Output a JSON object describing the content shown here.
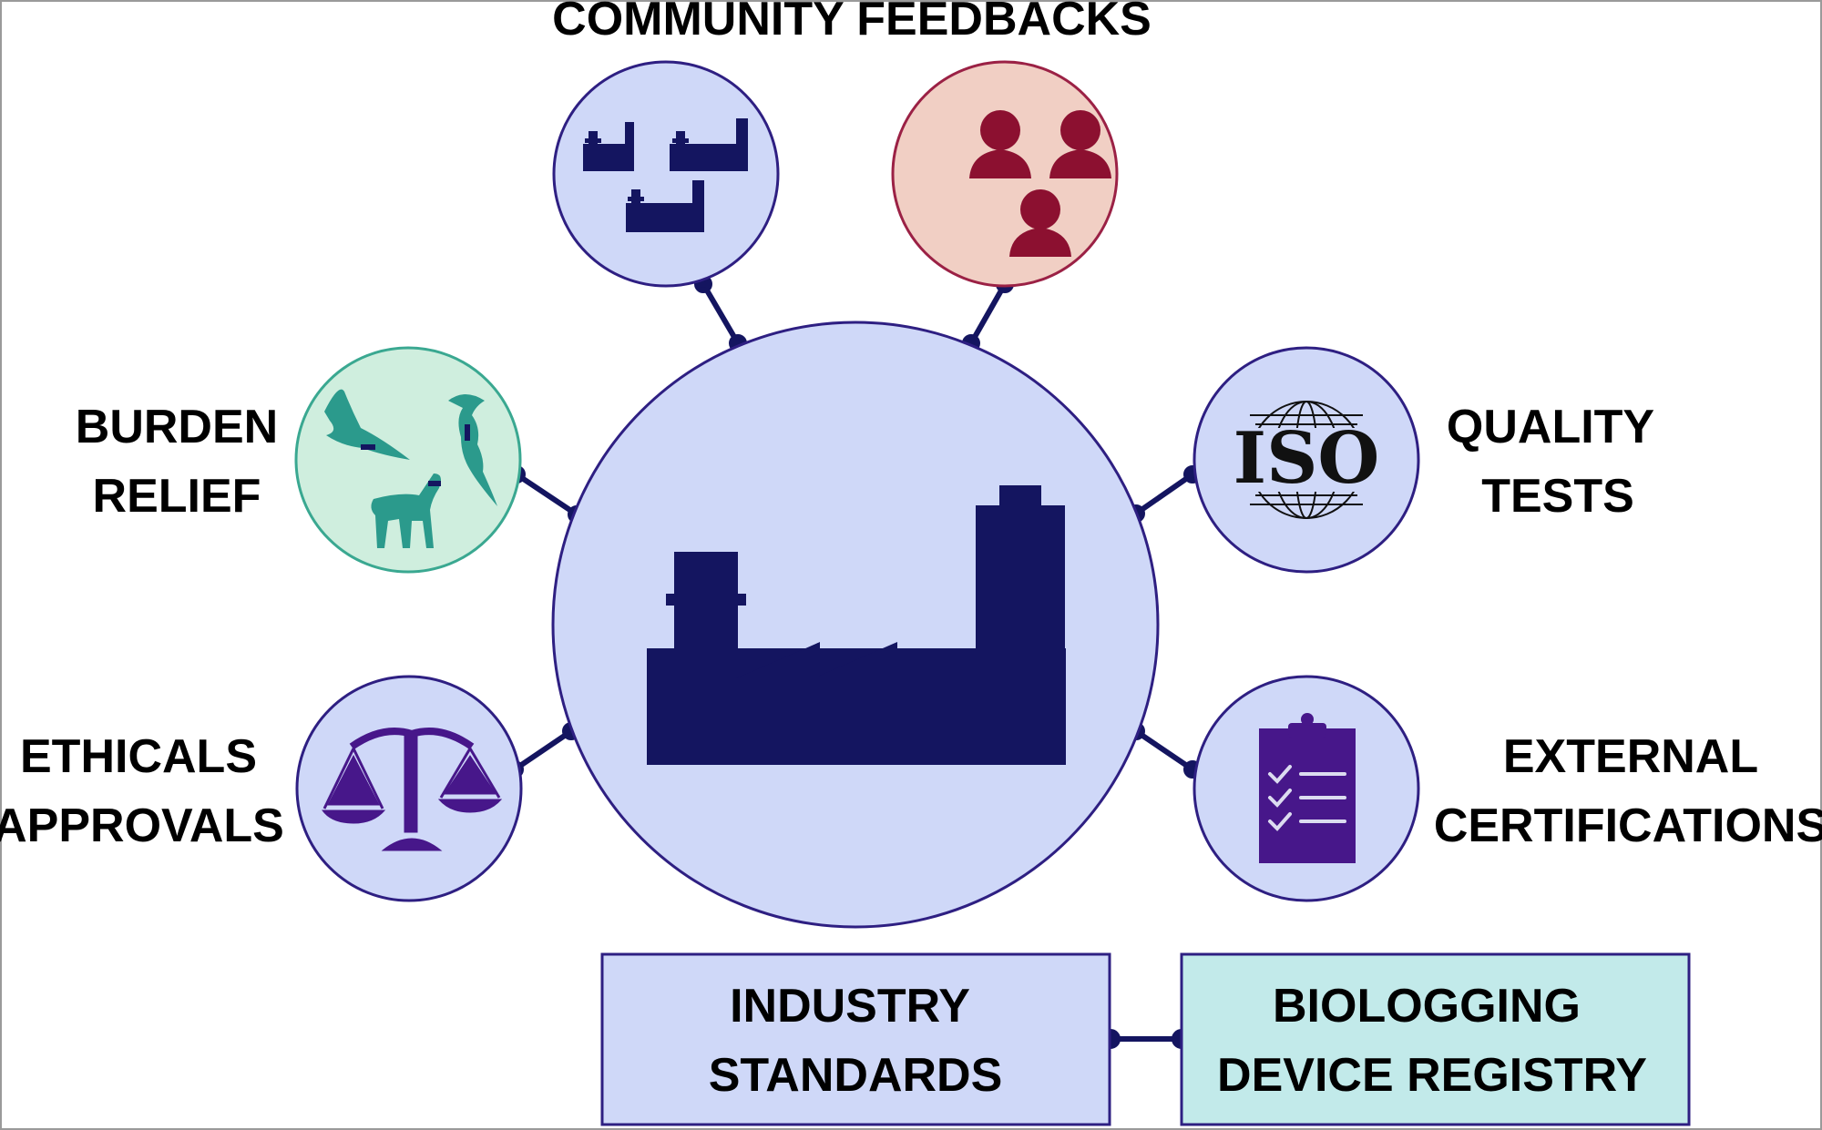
{
  "labels": {
    "community_feedbacks": "COMMUNITY FEEDBACKS",
    "burden_relief_line1": "BURDEN",
    "burden_relief_line2": "RELIEF",
    "quality_tests_line1": "QUALITY",
    "quality_tests_line2": "TESTS",
    "ethicals_approvals_line1": "ETHICALS",
    "ethicals_approvals_line2": "APPROVALS",
    "external_certifications_line1": "EXTERNAL",
    "external_certifications_line2": "CERTIFICATIONS",
    "industry_standards_line1": "INDUSTRY",
    "industry_standards_line2": "STANDARDS",
    "biologging_registry_line1": "BIOLOGGING",
    "biologging_registry_line2": "DEVICE REGISTRY"
  },
  "iso_badge": "ISO",
  "icons": {
    "center": "factory-icon",
    "top_left": "factories-icon",
    "top_right": "people-icon",
    "left_upper": "animals-icon",
    "left_lower": "scales-icon",
    "right_upper": "iso-globe-icon",
    "right_lower": "clipboard-checklist-icon"
  },
  "colors": {
    "navy": "#141560",
    "outline": "#2e1f82",
    "lavender": "#cfd8f8",
    "pink_fill": "#f1cfc4",
    "pink_stroke": "#9b2145",
    "maroon": "#8c1030",
    "mint_fill": "#cfeede",
    "mint_stroke": "#3aa891",
    "teal": "#2b9a8c",
    "purple": "#47178a",
    "cyan_fill": "#c2eaea"
  }
}
